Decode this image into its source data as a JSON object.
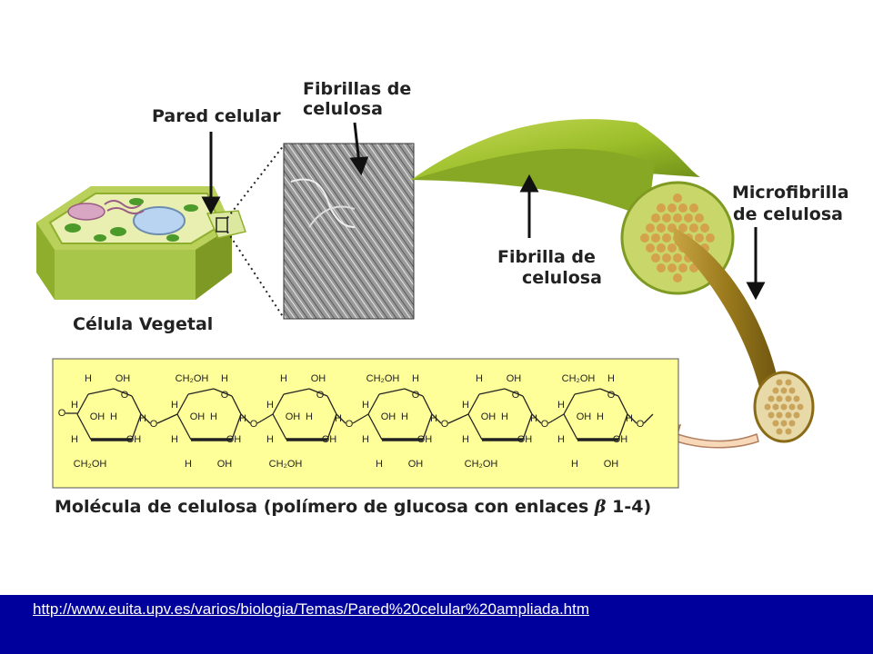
{
  "labels": {
    "cell_wall": "Pared celular",
    "cellulose_fibrils": [
      "Fibrillas de",
      "celulosa"
    ],
    "plant_cell": "Célula Vegetal",
    "cellulose_fibril": [
      "Fibrilla de",
      "celulosa"
    ],
    "cellulose_microfibril": [
      "Microfibrilla",
      "de celulosa"
    ]
  },
  "molecule": {
    "caption_before": "Molécula de celulosa (polímero de glucosa con enlaces ",
    "caption_symbol": "β",
    "caption_after": " 1-4)",
    "atoms": {
      "h": "H",
      "oh": "OH",
      "ch2oh": "CH₂OH",
      "o": "O"
    },
    "background_color": "#ffff99"
  },
  "footer": {
    "link_text": "http://www.euita.upv.es/varios/biologia/Temas/Pared%20celular%20ampliada.htm",
    "background_color": "#00009c"
  },
  "colors": {
    "fibril_green": "#9cbf2a",
    "microfibril_brown": "#9a7a1c",
    "cell_green": "#a8c64a"
  }
}
